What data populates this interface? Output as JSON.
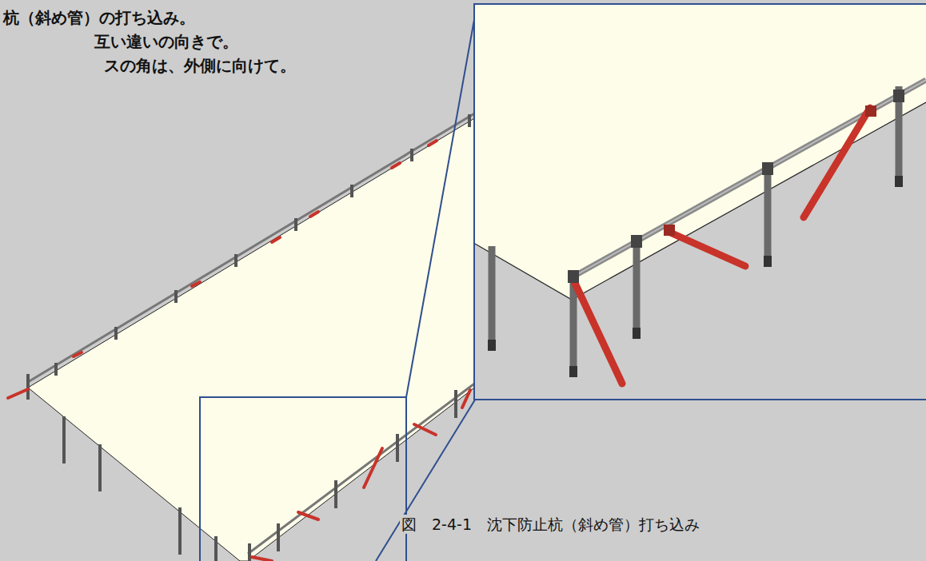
{
  "diagram": {
    "caption": "図　2-4-1　沈下防止杭（斜め管）打ち込み",
    "labels": [
      "杭（斜め管）の打ち込み。",
      "互い違いの向きで。",
      "スの角は、外側に向けて。"
    ]
  }
}
